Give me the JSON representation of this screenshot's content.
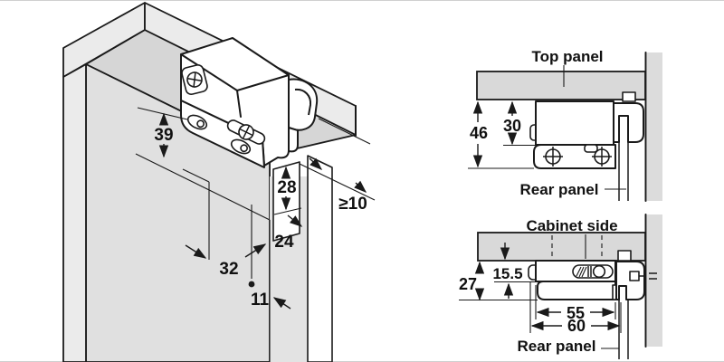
{
  "drawing": {
    "iso": {
      "d39": "39",
      "d28": "28",
      "dmin10": "≥10",
      "d24": "24",
      "d32": "32",
      "d11": "11"
    },
    "top_section": {
      "title": "Top panel",
      "rear": "Rear panel",
      "d46": "46",
      "d30": "30"
    },
    "side_section": {
      "title": "Cabinet side",
      "rear": "Rear panel",
      "d27": "27",
      "d15_5": "15.5",
      "d55": "55",
      "d60": "60"
    }
  },
  "colors": {
    "line": "#1a1a1a",
    "panel_gray": "#d9d9d9",
    "face_light": "#ebebeb",
    "face_mid": "#e0e0e0",
    "face_dark": "#d6d6d6",
    "background": "#ffffff"
  }
}
